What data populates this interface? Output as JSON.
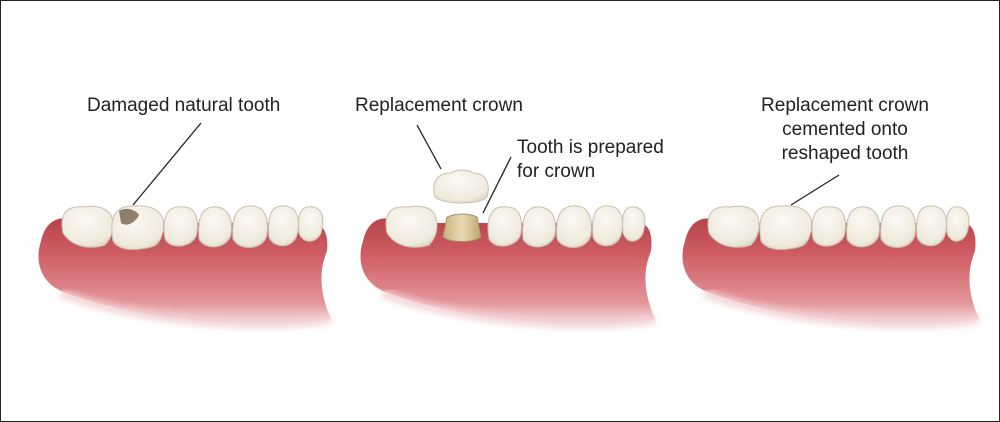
{
  "panels": [
    {
      "id": "damaged",
      "labels": [
        "Damaged natural tooth"
      ]
    },
    {
      "id": "prepared",
      "labels": [
        "Replacement crown",
        "Tooth is prepared",
        "for crown"
      ]
    },
    {
      "id": "cemented",
      "labels": [
        "Replacement crown",
        "cemented onto",
        "reshaped tooth"
      ]
    }
  ],
  "colors": {
    "gum": "#c9535a",
    "gum_light": "#e7a4a8",
    "tooth": "#f4f1e8",
    "tooth_shadow": "#d9d3c4",
    "prepared_tooth": "#d7c49a",
    "damage": "#7d6a55",
    "text": "#222222"
  }
}
